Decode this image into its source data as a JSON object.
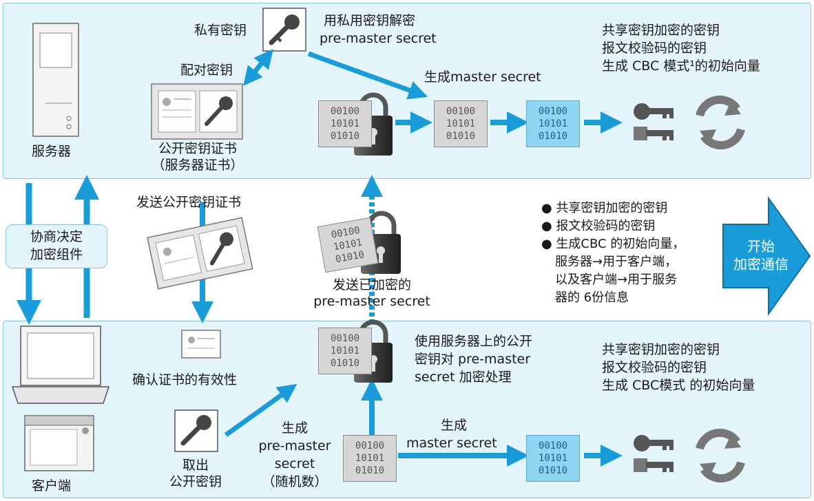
{
  "server": {
    "label": "服务器",
    "private_key_label": "私有密钥",
    "pair_label": "配对密钥",
    "cert_label_1": "公开密钥证书",
    "cert_label_2": "（服务器证书）",
    "decrypt_label_1": "用私用密钥解密",
    "decrypt_label_2": "pre-master secret",
    "gen_master_label": "生成master secret",
    "keys_line_1": "共享密钥加密的密钥",
    "keys_line_2": "报文校验码的密钥",
    "keys_line_3": "生成 CBC 模式¹的初始向量"
  },
  "middle": {
    "negotiate_1": "协商决定",
    "negotiate_2": "加密组件",
    "send_cert_label": "发送公开密钥证书",
    "send_enc_1": "发送已加密的",
    "send_enc_2": "pre-master secret",
    "bullet_1": "● 共享密钥加密的密钥",
    "bullet_2": "● 报文校验码的密钥",
    "bullet_3": "● 生成CBC 的初始向量，",
    "bullet_4": "服务器→用于客户端，",
    "bullet_5": "以及客户端→用于服务",
    "bullet_6": "器的 6份信息",
    "start_1": "开始",
    "start_2": "加密通信"
  },
  "client": {
    "label": "客户端",
    "verify_label": "确认证书的有效性",
    "extract_1": "取出",
    "extract_2": "公开密钥",
    "gen_pre_1": "生成",
    "gen_pre_2": "pre-master",
    "gen_pre_3": "secret",
    "gen_pre_4": "（随机数）",
    "encrypt_1": "使用服务器上的公开",
    "encrypt_2": "密钥对 pre-master",
    "encrypt_3": "secret 加密处理",
    "gen_master_1": "生成",
    "gen_master_2": "master secret",
    "keys_line_1": "共享密钥加密的密钥",
    "keys_line_2": "报文校验码的密钥",
    "keys_line_3": "生成 CBC模式 的初始向量"
  },
  "binary": {
    "line_1": "00100",
    "line_2": "10101",
    "line_3": "01010"
  },
  "colors": {
    "arrow": "#1a9cd8",
    "panel": "#e3f4fb",
    "highlight_binary": "#8fd4f0"
  }
}
